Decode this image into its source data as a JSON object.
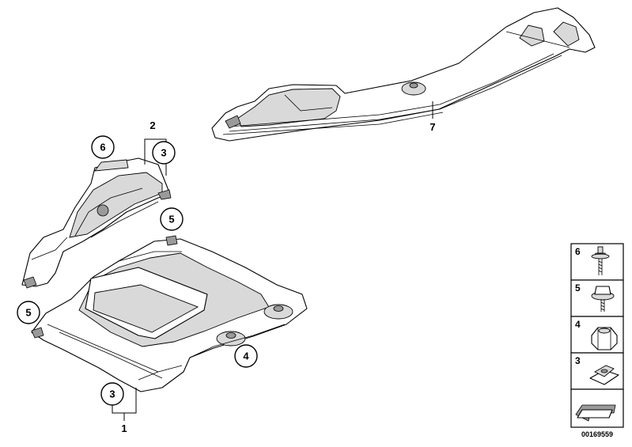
{
  "diagram": {
    "callouts": {
      "c6": "6",
      "c3_top": "3",
      "c5_top": "5",
      "c5_left": "5",
      "c4": "4",
      "c3_bottom": "3"
    },
    "labels": {
      "part2": "2",
      "part7": "7",
      "part1": "1"
    },
    "legend": {
      "items": [
        "6",
        "5",
        "4",
        "3"
      ]
    },
    "reference_number": "00169559"
  }
}
